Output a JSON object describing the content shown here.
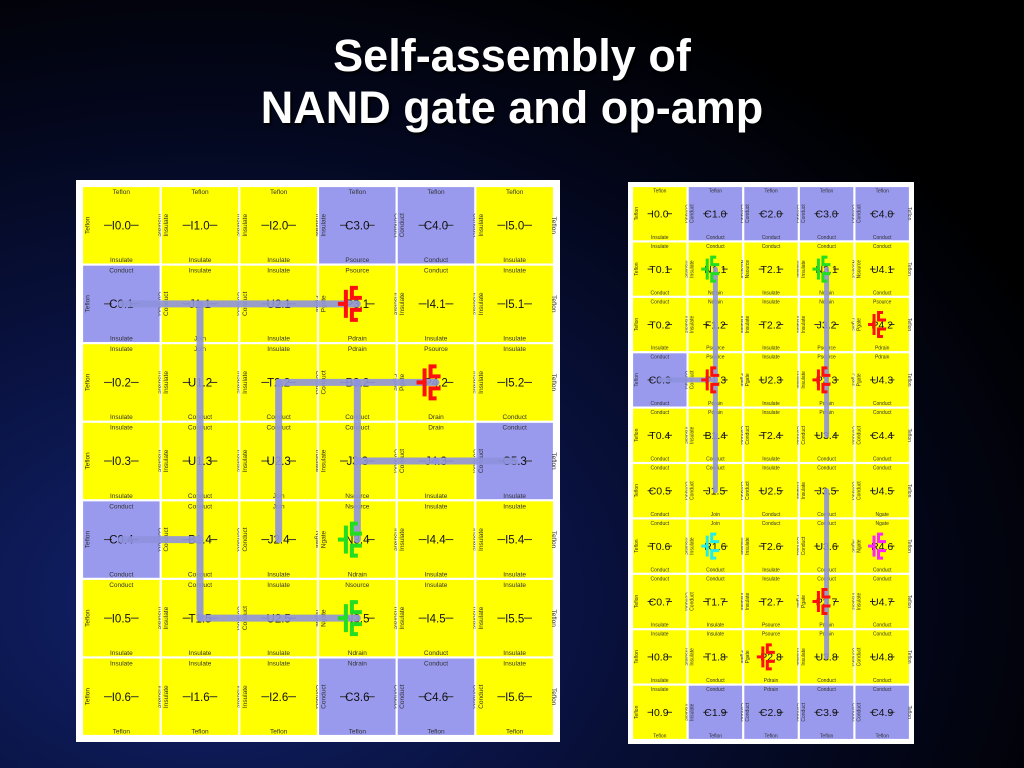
{
  "title": {
    "line1": "Self-assembly of",
    "line2": "NAND gate and op-amp"
  },
  "colors": {
    "yellow": "#ffff00",
    "lavender": "#9999ee",
    "wire": "#8f93de",
    "red_glyph": "#ff1010",
    "green_glyph": "#22dd22",
    "cyan_glyph": "#22eeee",
    "magenta_glyph": "#ff22ff",
    "frame": "#ffffff"
  },
  "left_grid": {
    "rows": 7,
    "cols": 6,
    "tiles": [
      {
        "label": "I0.0",
        "fill": "yellow",
        "top": "Teflon",
        "right": "Insulate",
        "bottom": "Insulate",
        "left": "Teflon"
      },
      {
        "label": "I1.0",
        "fill": "yellow",
        "top": "Teflon",
        "right": "Insulate",
        "bottom": "Insulate",
        "left": "Insulate"
      },
      {
        "label": "I2.0",
        "fill": "yellow",
        "top": "Teflon",
        "right": "Insulate",
        "bottom": "Insulate",
        "left": "Insulate"
      },
      {
        "label": "C3.0",
        "fill": "lavender",
        "top": "Teflon",
        "right": "Conduct",
        "bottom": "Psource",
        "left": "Insulate"
      },
      {
        "label": "C4.0",
        "fill": "lavender",
        "top": "Teflon",
        "right": "Conduct",
        "bottom": "Conduct",
        "left": "Conduct"
      },
      {
        "label": "I5.0",
        "fill": "yellow",
        "top": "Teflon",
        "right": "Teflon",
        "bottom": "Insulate",
        "left": "Insulate"
      },
      {
        "label": "C0.1",
        "fill": "lavender",
        "top": "Conduct",
        "right": "Conduct",
        "bottom": "Insulate",
        "left": "Teflon"
      },
      {
        "label": "J1.1",
        "fill": "yellow",
        "top": "Insulate",
        "right": "Conduct",
        "bottom": "Join",
        "left": "Conduct"
      },
      {
        "label": "U2.1",
        "fill": "yellow",
        "top": "Insulate",
        "right": "Pgate",
        "bottom": "Insulate",
        "left": "Conduct"
      },
      {
        "label": "P3.1",
        "fill": "yellow",
        "top": "Psource",
        "right": "Insulate",
        "bottom": "Pdrain",
        "left": "Pgate"
      },
      {
        "label": "I4.1",
        "fill": "yellow",
        "top": "Conduct",
        "right": "Insulate",
        "bottom": "Insulate",
        "left": "Insulate"
      },
      {
        "label": "I5.1",
        "fill": "yellow",
        "top": "Insulate",
        "right": "Teflon",
        "bottom": "Insulate",
        "left": "Insulate"
      },
      {
        "label": "I0.2",
        "fill": "yellow",
        "top": "Insulate",
        "right": "Insulate",
        "bottom": "Insulate",
        "left": "Teflon"
      },
      {
        "label": "U1.2",
        "fill": "yellow",
        "top": "Join",
        "right": "Insulate",
        "bottom": "Conduct",
        "left": "Insulate"
      },
      {
        "label": "T2.2",
        "fill": "yellow",
        "top": "Insulate",
        "right": "Conduct",
        "bottom": "Conduct",
        "left": "Insulate"
      },
      {
        "label": "B3.2",
        "fill": "yellow",
        "top": "Pdrain",
        "right": "Pgate",
        "bottom": "Conduct",
        "left": "Conduct"
      },
      {
        "label": "P4.2",
        "fill": "yellow",
        "top": "Psource",
        "right": "Insulate",
        "bottom": "Drain",
        "left": "Pgate"
      },
      {
        "label": "I5.2",
        "fill": "yellow",
        "top": "Insulate",
        "right": "Teflon",
        "bottom": "Conduct",
        "left": "Insulate"
      },
      {
        "label": "I0.3",
        "fill": "yellow",
        "top": "Insulate",
        "right": "Insulate",
        "bottom": "Insulate",
        "left": "Teflon"
      },
      {
        "label": "U1.3",
        "fill": "yellow",
        "top": "Conduct",
        "right": "Insulate",
        "bottom": "Conduct",
        "left": "Insulate"
      },
      {
        "label": "U2.3",
        "fill": "yellow",
        "top": "Conduct",
        "right": "Insulate",
        "bottom": "Join",
        "left": "Insulate"
      },
      {
        "label": "J3.3",
        "fill": "yellow",
        "top": "Conduct",
        "right": "Conduct",
        "bottom": "Nsource",
        "left": "Insulate"
      },
      {
        "label": "J4.3",
        "fill": "yellow",
        "top": "Drain",
        "right": "Conduct",
        "bottom": "Insulate",
        "left": "Conduct"
      },
      {
        "label": "C5.3",
        "fill": "lavender",
        "top": "Conduct",
        "right": "Teflon",
        "bottom": "Insulate",
        "left": "Conduct"
      },
      {
        "label": "C0.4",
        "fill": "lavender",
        "top": "Conduct",
        "right": "Conduct",
        "bottom": "Conduct",
        "left": "Teflon"
      },
      {
        "label": "B1.4",
        "fill": "yellow",
        "top": "Conduct",
        "right": "Conduct",
        "bottom": "Conduct",
        "left": "Conduct"
      },
      {
        "label": "J2.4",
        "fill": "yellow",
        "top": "Join",
        "right": "Ngate",
        "bottom": "Insulate",
        "left": "Conduct"
      },
      {
        "label": "N3.4",
        "fill": "yellow",
        "top": "Nsource",
        "right": "Insulate",
        "bottom": "Ndrain",
        "left": "Ngate"
      },
      {
        "label": "I4.4",
        "fill": "yellow",
        "top": "Insulate",
        "right": "Insulate",
        "bottom": "Insulate",
        "left": "Insulate"
      },
      {
        "label": "I5.4",
        "fill": "yellow",
        "top": "Insulate",
        "right": "Teflon",
        "bottom": "Insulate",
        "left": "Insulate"
      },
      {
        "label": "I0.5",
        "fill": "yellow",
        "top": "Conduct",
        "right": "Insulate",
        "bottom": "Insulate",
        "left": "Teflon"
      },
      {
        "label": "T1.5",
        "fill": "yellow",
        "top": "Conduct",
        "right": "Conduct",
        "bottom": "Insulate",
        "left": "Insulate"
      },
      {
        "label": "U2.5",
        "fill": "yellow",
        "top": "Insulate",
        "right": "Ngate",
        "bottom": "Insulate",
        "left": "Conduct"
      },
      {
        "label": "N3.5",
        "fill": "yellow",
        "top": "Nsource",
        "right": "Insulate",
        "bottom": "Ndrain",
        "left": "Ngate"
      },
      {
        "label": "I4.5",
        "fill": "yellow",
        "top": "Insulate",
        "right": "Insulate",
        "bottom": "Conduct",
        "left": "Insulate"
      },
      {
        "label": "I5.5",
        "fill": "yellow",
        "top": "Insulate",
        "right": "Teflon",
        "bottom": "Insulate",
        "left": "Insulate"
      },
      {
        "label": "I0.6",
        "fill": "yellow",
        "top": "Insulate",
        "right": "Insulate",
        "bottom": "Teflon",
        "left": "Teflon"
      },
      {
        "label": "I1.6",
        "fill": "yellow",
        "top": "Insulate",
        "right": "Insulate",
        "bottom": "Teflon",
        "left": "Insulate"
      },
      {
        "label": "I2.6",
        "fill": "yellow",
        "top": "Insulate",
        "right": "Conduct",
        "bottom": "Teflon",
        "left": "Insulate"
      },
      {
        "label": "C3.6",
        "fill": "lavender",
        "top": "Ndrain",
        "right": "Conduct",
        "bottom": "Teflon",
        "left": "Conduct"
      },
      {
        "label": "C4.6",
        "fill": "lavender",
        "top": "Conduct",
        "right": "Conduct",
        "bottom": "Teflon",
        "left": "Conduct"
      },
      {
        "label": "I5.6",
        "fill": "yellow",
        "top": "Insulate",
        "right": "Teflon",
        "bottom": "Teflon",
        "left": "Conduct"
      }
    ]
  },
  "right_grid": {
    "rows": 10,
    "cols": 5,
    "tiles": [
      {
        "label": "I0.0",
        "fill": "yellow",
        "top": "Teflon",
        "right": "Conduct",
        "bottom": "Insulate",
        "left": "Teflon"
      },
      {
        "label": "C1.0",
        "fill": "lavender",
        "top": "Teflon",
        "right": "Conduct",
        "bottom": "Conduct",
        "left": "Conduct"
      },
      {
        "label": "C2.0",
        "fill": "lavender",
        "top": "Teflon",
        "right": "Conduct",
        "bottom": "Conduct",
        "left": "Conduct"
      },
      {
        "label": "C3.0",
        "fill": "lavender",
        "top": "Teflon",
        "right": "Conduct",
        "bottom": "Conduct",
        "left": "Conduct"
      },
      {
        "label": "C4.0",
        "fill": "lavender",
        "top": "Teflon",
        "right": "Teflon",
        "bottom": "Conduct",
        "left": "Conduct"
      },
      {
        "label": "T0.1",
        "fill": "yellow",
        "top": "Insulate",
        "right": "Insulate",
        "bottom": "Conduct",
        "left": "Teflon"
      },
      {
        "label": "N1.1",
        "fill": "yellow",
        "top": "Conduct",
        "right": "Nsource",
        "bottom": "Ndrain",
        "left": "Insulate"
      },
      {
        "label": "T2.1",
        "fill": "yellow",
        "top": "Conduct",
        "right": "Insulate",
        "bottom": "Insulate",
        "left": "Nsource"
      },
      {
        "label": "N3.1",
        "fill": "yellow",
        "top": "Conduct",
        "right": "Nsource",
        "bottom": "Ndrain",
        "left": "Insulate"
      },
      {
        "label": "U4.1",
        "fill": "yellow",
        "top": "Conduct",
        "right": "Teflon",
        "bottom": "Conduct",
        "left": "Nsource"
      },
      {
        "label": "T0.2",
        "fill": "yellow",
        "top": "Conduct",
        "right": "Insulate",
        "bottom": "Insulate",
        "left": "Teflon"
      },
      {
        "label": "F1.2",
        "fill": "yellow",
        "top": "Ndrain",
        "right": "Insulate",
        "bottom": "Psource",
        "left": "Insulate"
      },
      {
        "label": "T2.2",
        "fill": "yellow",
        "top": "Insulate",
        "right": "Insulate",
        "bottom": "Insulate",
        "left": "Insulate"
      },
      {
        "label": "J3.2",
        "fill": "yellow",
        "top": "Ndrain",
        "right": "Pgate",
        "bottom": "Psource",
        "left": "Insulate"
      },
      {
        "label": "P4.2",
        "fill": "yellow",
        "top": "Psource",
        "right": "Teflon",
        "bottom": "Pdrain",
        "left": "Pgate"
      },
      {
        "label": "C0.3",
        "fill": "lavender",
        "top": "Conduct",
        "right": "Conduct",
        "bottom": "Conduct",
        "left": "Teflon"
      },
      {
        "label": "P1.3",
        "fill": "yellow",
        "top": "Psource",
        "right": "Pgate",
        "bottom": "Pdrain",
        "left": "Conduct"
      },
      {
        "label": "U2.3",
        "fill": "yellow",
        "top": "Insulate",
        "right": "Insulate",
        "bottom": "Insulate",
        "left": "Pgate"
      },
      {
        "label": "P3.3",
        "fill": "yellow",
        "top": "Psource",
        "right": "Pgate",
        "bottom": "Pdrain",
        "left": "Insulate"
      },
      {
        "label": "U4.3",
        "fill": "yellow",
        "top": "Pdrain",
        "right": "Teflon",
        "bottom": "Conduct",
        "left": "Pgate"
      },
      {
        "label": "T0.4",
        "fill": "yellow",
        "top": "Conduct",
        "right": "Insulate",
        "bottom": "Conduct",
        "left": "Teflon"
      },
      {
        "label": "B1.4",
        "fill": "yellow",
        "top": "Pdrain",
        "right": "Conduct",
        "bottom": "Conduct",
        "left": "Insulate"
      },
      {
        "label": "T2.4",
        "fill": "yellow",
        "top": "Insulate",
        "right": "Conduct",
        "bottom": "Insulate",
        "left": "Conduct"
      },
      {
        "label": "U3.4",
        "fill": "yellow",
        "top": "Pdrain",
        "right": "Conduct",
        "bottom": "Conduct",
        "left": "Conduct"
      },
      {
        "label": "C4.4",
        "fill": "yellow",
        "top": "Conduct",
        "right": "Teflon",
        "bottom": "Conduct",
        "left": "Conduct"
      },
      {
        "label": "C0.5",
        "fill": "yellow",
        "top": "Conduct",
        "right": "Conduct",
        "bottom": "Conduct",
        "left": "Teflon"
      },
      {
        "label": "J1.5",
        "fill": "yellow",
        "top": "Conduct",
        "right": "Conduct",
        "bottom": "Join",
        "left": "Conduct"
      },
      {
        "label": "U2.5",
        "fill": "yellow",
        "top": "Insulate",
        "right": "Insulate",
        "bottom": "Conduct",
        "left": "Conduct"
      },
      {
        "label": "J3.5",
        "fill": "yellow",
        "top": "Conduct",
        "right": "Conduct",
        "bottom": "Conduct",
        "left": "Insulate"
      },
      {
        "label": "U4.5",
        "fill": "yellow",
        "top": "Conduct",
        "right": "Teflon",
        "bottom": "Ngate",
        "left": "Conduct"
      },
      {
        "label": "T0.6",
        "fill": "yellow",
        "top": "Conduct",
        "right": "Insulate",
        "bottom": "Conduct",
        "left": "Teflon"
      },
      {
        "label": "R1.6",
        "fill": "yellow",
        "top": "Join",
        "right": "Insulate",
        "bottom": "Conduct",
        "left": "Insulate"
      },
      {
        "label": "T2.6",
        "fill": "yellow",
        "top": "Conduct",
        "right": "Conduct",
        "bottom": "Insulate",
        "left": "Insulate"
      },
      {
        "label": "U3.6",
        "fill": "yellow",
        "top": "Conduct",
        "right": "Ngate",
        "bottom": "Conduct",
        "left": "Conduct"
      },
      {
        "label": "R4.6",
        "fill": "yellow",
        "top": "Ngate",
        "right": "Teflon",
        "bottom": "Conduct",
        "left": "Ngate"
      },
      {
        "label": "C0.7",
        "fill": "yellow",
        "top": "Conduct",
        "right": "Conduct",
        "bottom": "Insulate",
        "left": "Teflon"
      },
      {
        "label": "T1.7",
        "fill": "yellow",
        "top": "Conduct",
        "right": "Insulate",
        "bottom": "Insulate",
        "left": "Conduct"
      },
      {
        "label": "T2.7",
        "fill": "yellow",
        "top": "Insulate",
        "right": "Pgate",
        "bottom": "Psource",
        "left": "Insulate"
      },
      {
        "label": "P3.7",
        "fill": "yellow",
        "top": "Conduct",
        "right": "Insulate",
        "bottom": "Pdrain",
        "left": "Pgate"
      },
      {
        "label": "U4.7",
        "fill": "yellow",
        "top": "Conduct",
        "right": "Teflon",
        "bottom": "Conduct",
        "left": "Insulate"
      },
      {
        "label": "I0.8",
        "fill": "yellow",
        "top": "Insulate",
        "right": "Insulate",
        "bottom": "Insulate",
        "left": "Teflon"
      },
      {
        "label": "T1.8",
        "fill": "yellow",
        "top": "Insulate",
        "right": "Pgate",
        "bottom": "Conduct",
        "left": "Insulate"
      },
      {
        "label": "P2.8",
        "fill": "yellow",
        "top": "Psource",
        "right": "Insulate",
        "bottom": "Pdrain",
        "left": "Pgate"
      },
      {
        "label": "U3.8",
        "fill": "yellow",
        "top": "Pdrain",
        "right": "Conduct",
        "bottom": "Conduct",
        "left": "Insulate"
      },
      {
        "label": "U4.8",
        "fill": "yellow",
        "top": "Conduct",
        "right": "Teflon",
        "bottom": "Conduct",
        "left": "Conduct"
      },
      {
        "label": "I0.9",
        "fill": "yellow",
        "top": "Insulate",
        "right": "Insulate",
        "bottom": "Teflon",
        "left": "Teflon"
      },
      {
        "label": "C1.9",
        "fill": "lavender",
        "top": "Conduct",
        "right": "Conduct",
        "bottom": "Teflon",
        "left": "Insulate"
      },
      {
        "label": "C2.9",
        "fill": "lavender",
        "top": "Pdrain",
        "right": "Conduct",
        "bottom": "Teflon",
        "left": "Conduct"
      },
      {
        "label": "C3.9",
        "fill": "lavender",
        "top": "Conduct",
        "right": "Conduct",
        "bottom": "Teflon",
        "left": "Conduct"
      },
      {
        "label": "C4.9",
        "fill": "lavender",
        "top": "Conduct",
        "right": "Teflon",
        "bottom": "Teflon",
        "left": "Conduct"
      }
    ]
  }
}
